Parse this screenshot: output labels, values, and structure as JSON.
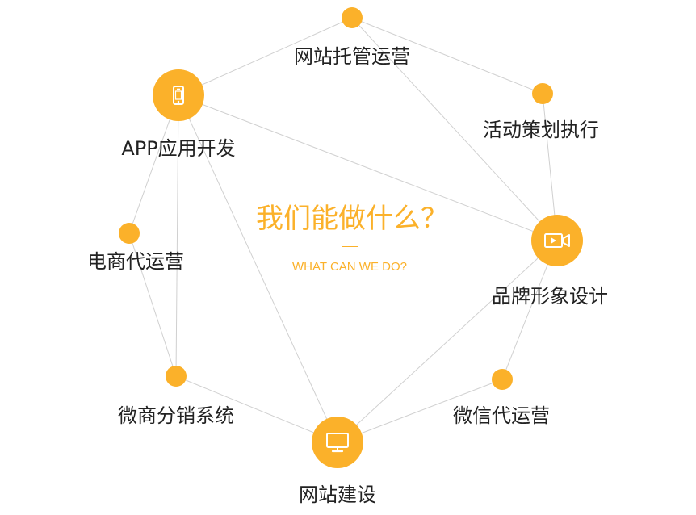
{
  "colors": {
    "accent": "#fbb12a",
    "line": "#d0d0d0",
    "text": "#222222",
    "icon": "#ffffff"
  },
  "center": {
    "title": "我们能做什么？",
    "subtitle": "WHAT CAN WE DO?"
  },
  "nodes": [
    {
      "id": "site-hosting",
      "label": "网站托管运营",
      "icon": ""
    },
    {
      "id": "event-planning",
      "label": "活动策划执行",
      "icon": ""
    },
    {
      "id": "app-dev",
      "label": "APP应用开发",
      "icon": "mobile-phone-icon"
    },
    {
      "id": "ecommerce",
      "label": "电商代运营",
      "icon": ""
    },
    {
      "id": "brand-design",
      "label": "品牌形象设计",
      "icon": "video-camera-icon"
    },
    {
      "id": "micro-dist",
      "label": "微商分销系统",
      "icon": ""
    },
    {
      "id": "wechat-ops",
      "label": "微信代运营",
      "icon": ""
    },
    {
      "id": "website-build",
      "label": "网站建设",
      "icon": "monitor-icon"
    }
  ],
  "links": [
    [
      "app-dev",
      "site-hosting"
    ],
    [
      "site-hosting",
      "event-planning"
    ],
    [
      "site-hosting",
      "brand-design"
    ],
    [
      "event-planning",
      "brand-design"
    ],
    [
      "app-dev",
      "brand-design"
    ],
    [
      "app-dev",
      "ecommerce"
    ],
    [
      "app-dev",
      "micro-dist"
    ],
    [
      "app-dev",
      "website-build"
    ],
    [
      "ecommerce",
      "micro-dist"
    ],
    [
      "micro-dist",
      "website-build"
    ],
    [
      "website-build",
      "wechat-ops"
    ],
    [
      "website-build",
      "brand-design"
    ],
    [
      "wechat-ops",
      "brand-design"
    ]
  ]
}
